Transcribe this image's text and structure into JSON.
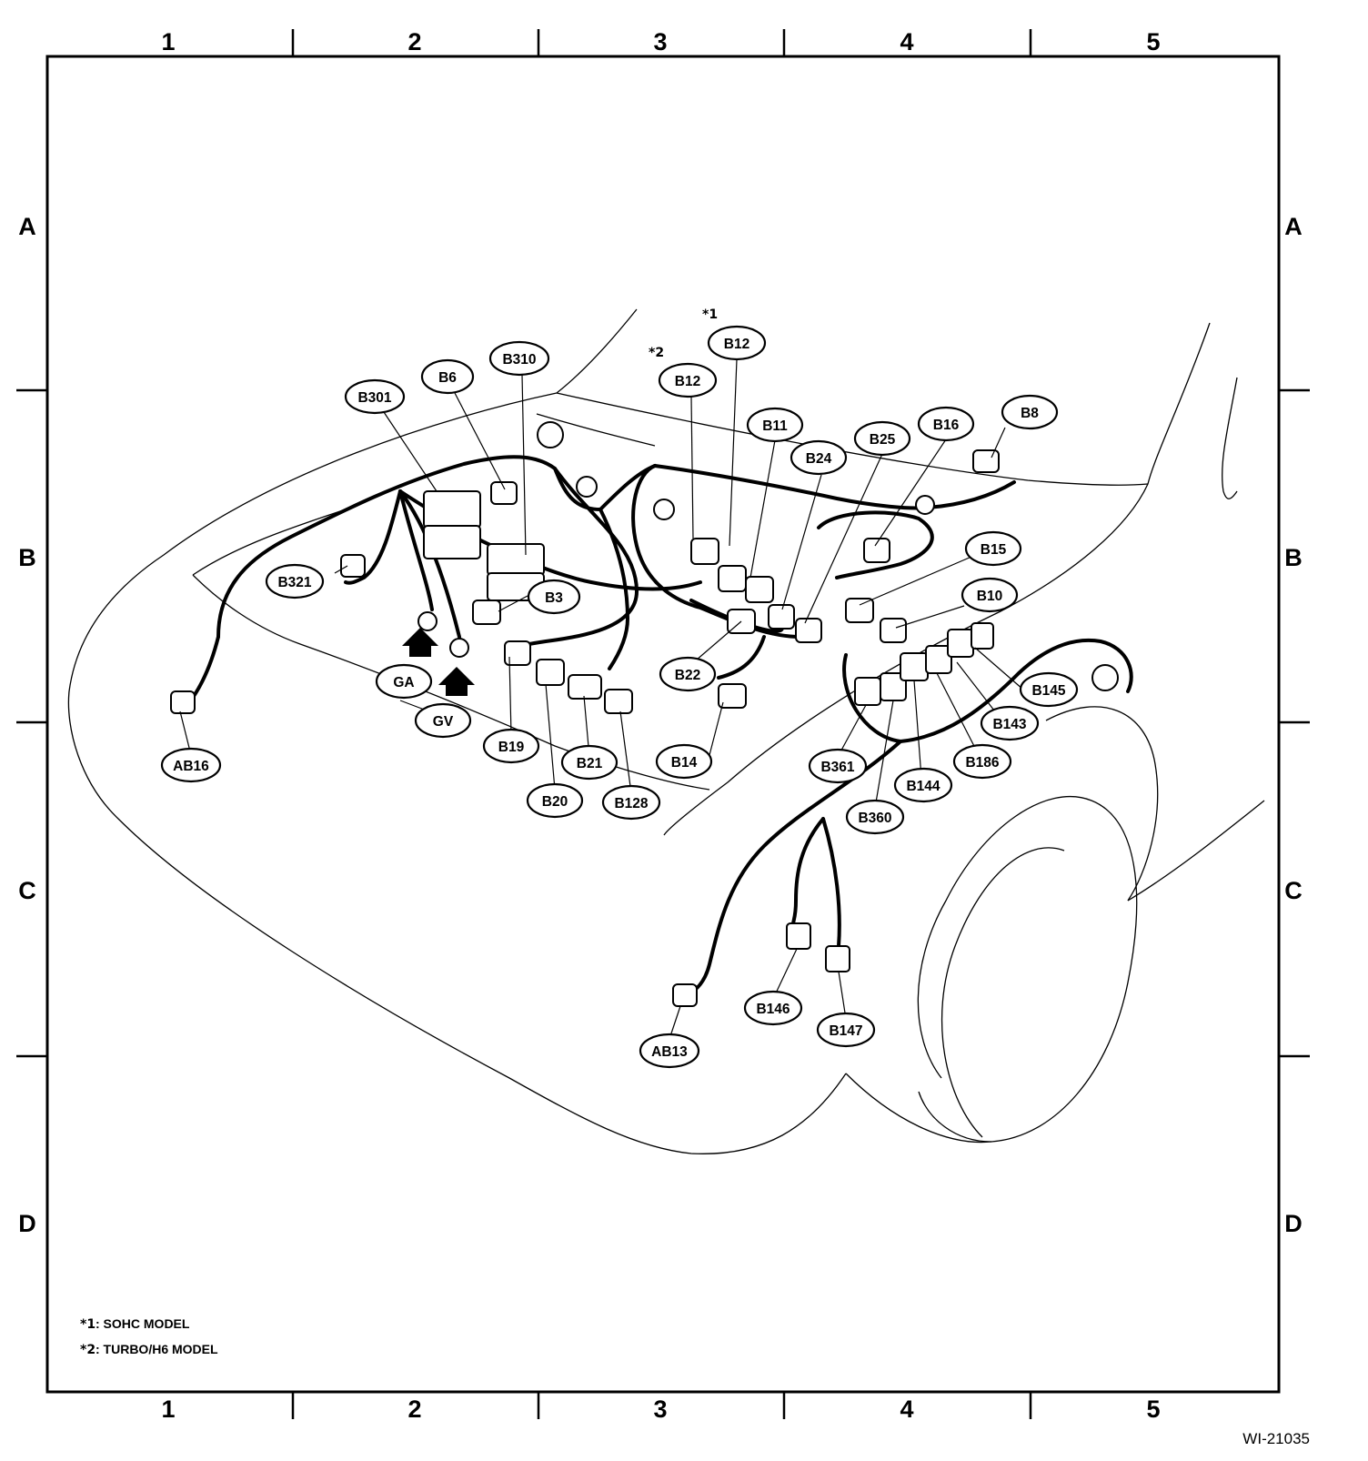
{
  "grid": {
    "columns": [
      "1",
      "2",
      "3",
      "4",
      "5"
    ],
    "rows": [
      "A",
      "B",
      "C",
      "D"
    ]
  },
  "connectors": [
    {
      "id": "B12-sohc",
      "label": "B12",
      "marker": "*1"
    },
    {
      "id": "B12-turbo",
      "label": "B12",
      "marker": "*2"
    },
    {
      "id": "B310",
      "label": "B310"
    },
    {
      "id": "B6",
      "label": "B6"
    },
    {
      "id": "B301",
      "label": "B301"
    },
    {
      "id": "B11",
      "label": "B11"
    },
    {
      "id": "B25",
      "label": "B25"
    },
    {
      "id": "B16",
      "label": "B16"
    },
    {
      "id": "B8",
      "label": "B8"
    },
    {
      "id": "B24",
      "label": "B24"
    },
    {
      "id": "B321",
      "label": "B321"
    },
    {
      "id": "B3",
      "label": "B3"
    },
    {
      "id": "B15",
      "label": "B15"
    },
    {
      "id": "B10",
      "label": "B10"
    },
    {
      "id": "GA",
      "label": "GA"
    },
    {
      "id": "B22",
      "label": "B22"
    },
    {
      "id": "B145",
      "label": "B145"
    },
    {
      "id": "GV",
      "label": "GV"
    },
    {
      "id": "B143",
      "label": "B143"
    },
    {
      "id": "B19",
      "label": "B19"
    },
    {
      "id": "AB16",
      "label": "AB16"
    },
    {
      "id": "B14",
      "label": "B14"
    },
    {
      "id": "B21",
      "label": "B21"
    },
    {
      "id": "B361",
      "label": "B361"
    },
    {
      "id": "B186",
      "label": "B186"
    },
    {
      "id": "B144",
      "label": "B144"
    },
    {
      "id": "B20",
      "label": "B20"
    },
    {
      "id": "B128",
      "label": "B128"
    },
    {
      "id": "B360",
      "label": "B360"
    },
    {
      "id": "B146",
      "label": "B146"
    },
    {
      "id": "B147",
      "label": "B147"
    },
    {
      "id": "AB13",
      "label": "AB13"
    }
  ],
  "notes": [
    {
      "marker": "*1",
      "text": ": SOHC MODEL"
    },
    {
      "marker": "*2",
      "text": ": TURBO/H6 MODEL"
    }
  ],
  "figure_code": "WI-21035"
}
